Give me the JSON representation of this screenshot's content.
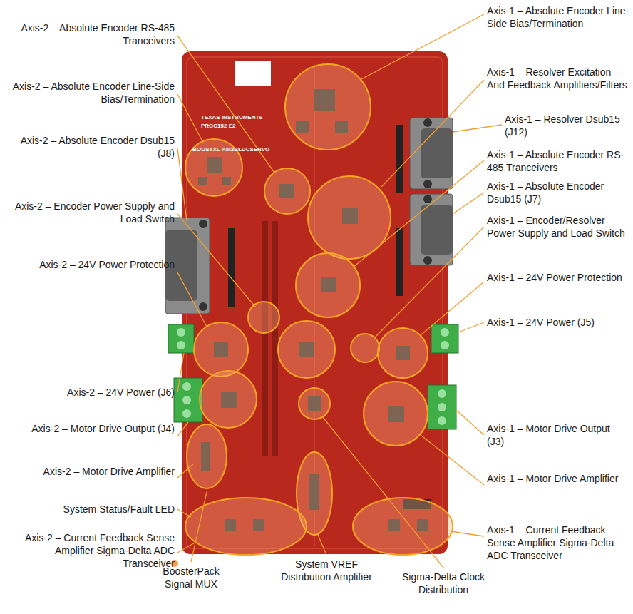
{
  "diagram": {
    "labels": [
      "Axis-2 – Absolute Encoder RS-485 Tranceivers",
      "Axis-2 – Absolute Encoder Line-Side Bias/Termination",
      "Axis-2 – Absolute Encoder Dsub15 (J8)",
      "Axis-2 – Encoder Power Supply and Load Switch",
      "Axis-2 – 24V Power Protection",
      "Axis-2 – 24V Power (J6)",
      "Axis-2 – Motor Drive Output (J4)",
      "Axis-2 – Motor Drive Amplifier",
      "System Status/Fault LED",
      "Axis-2 – Current Feedback Sense Amplifier Sigma-Delta ADC Transceiver",
      "Axis-1 – Absolute Encoder Line-Side Bias/Termination",
      "Axis-1 – Resolver Excitation And Feedback Amplifiers/Filters",
      "Axis-1 – Resolver Dsub15 (J12)",
      "Axis-1 – Absolute Encoder RS-485 Tranceivers",
      "Axis-1 – Absolute Encoder Dsub15 (J7)",
      "Axis-1 – Encoder/Resolver Power Supply and Load Switch",
      "Axis-1 – 24V Power Protection",
      "Axis-1 – 24V Power (J5)",
      "Axis-1 – Motor Drive Output (J3)",
      "Axis-1 – Motor Drive Amplifier",
      "Axis-1 – Current Feedback Sense Amplifier Sigma-Delta ADC Transceiver",
      "BoosterPack Signal MUX",
      "System VREF Distribution Amplifier",
      "Sigma-Delta Clock Distribution",
      "TEXAS INSTRUMENTS",
      "PROC152 E2",
      "BOOSTXL-AM2BLDCSERVO"
    ]
  }
}
